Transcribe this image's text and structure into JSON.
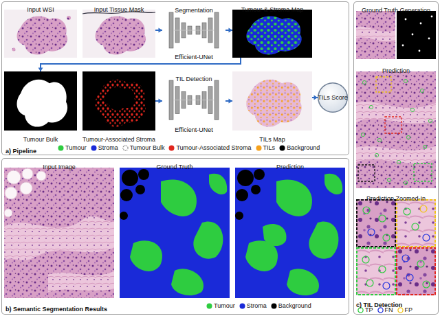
{
  "diagram": {
    "nodes": [
      {
        "text": [
          "a) Pipeline"
        ]
      },
      {
        "text": [
          "Input WSI"
        ],
        "in": 0
      },
      {
        "text": [
          "Input Tissue Mask"
        ],
        "in": 0
      },
      {
        "text": [
          "Segmentation",
          "Efficient-UNet"
        ],
        "in": 0
      },
      {
        "text": [
          "Tumour & Stroma Map"
        ],
        "in": 0
      },
      {
        "text": [
          "Tumour Bulk"
        ],
        "in": 0
      },
      {
        "text": [
          "Tumour-Associated Stroma"
        ],
        "in": 0
      },
      {
        "text": [
          "TIL Detection",
          "Efficient-UNet"
        ],
        "in": 0
      },
      {
        "text": [
          "TILs Map"
        ],
        "in": 0
      },
      {
        "text": [
          "TILs Score"
        ],
        "in": 0
      },
      {
        "text": [
          "b) Semantic Segmentation Results"
        ]
      },
      {
        "text": [
          "Input Image"
        ],
        "in": 10
      },
      {
        "text": [
          "Ground Truth"
        ],
        "in": 10
      },
      {
        "text": [
          "Prediction"
        ],
        "in": 10
      },
      {
        "text": [
          "c) TIL Detection"
        ]
      },
      {
        "text": [
          "Ground Truth Generation"
        ],
        "in": 14
      },
      {
        "text": [
          "Prediction"
        ],
        "in": 14
      },
      {
        "text": [
          "Prediction Zoomed-In"
        ],
        "in": 14
      }
    ],
    "edges": [
      {
        "from": 2,
        "to": 3,
        "arrow": "to"
      },
      {
        "from": 3,
        "to": 4,
        "arrow": "to"
      },
      {
        "from": 4,
        "to": 5,
        "arrow": "to"
      },
      {
        "from": 6,
        "to": 7,
        "arrow": "to"
      },
      {
        "from": 7,
        "to": 8,
        "arrow": "to"
      },
      {
        "from": 8,
        "to": 9,
        "arrow": "to"
      }
    ],
    "legend": [
      {
        "text": "Tumour",
        "color": "#2ecc40"
      },
      {
        "text": "Stroma",
        "color": "#1a2ad8"
      },
      {
        "text": "Tumour Bulk"
      },
      {
        "text": "Tumour-Associated Stroma",
        "color": "#e0261d"
      },
      {
        "text": "TILs",
        "color": "#f5a11d"
      },
      {
        "text": "Background",
        "color": "#000000"
      },
      {
        "text": "Tumour",
        "color": "#2ecc40"
      },
      {
        "text": "Stroma",
        "color": "#1a2ad8"
      },
      {
        "text": "Background",
        "color": "#000000"
      },
      {
        "text": "TP"
      },
      {
        "text": "FN"
      },
      {
        "text": "FP"
      }
    ]
  }
}
